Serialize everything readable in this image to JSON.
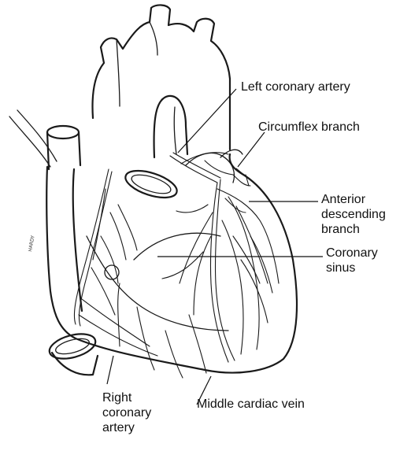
{
  "labels": {
    "left_coronary_artery": "Left coronary artery",
    "circumflex_branch": "Circumflex branch",
    "anterior_descending_branch": "Anterior\ndescending\nbranch",
    "coronary_sinus": "Coronary\nsinus",
    "right_coronary_artery": "Right\ncoronary\nartery",
    "middle_cardiac_vein": "Middle cardiac vein"
  },
  "signature": "HARDY"
}
